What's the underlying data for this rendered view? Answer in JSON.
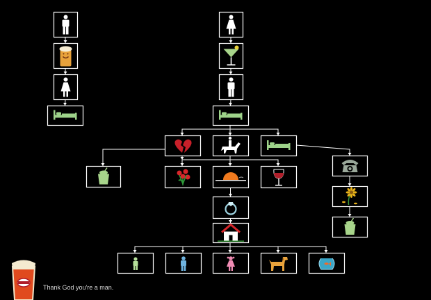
{
  "tagline": "Thank God you're a man.",
  "colors": {
    "background": "#000000",
    "line": "#ffffff",
    "heart": "#c8202a",
    "green": "#a8d58b",
    "bed": "#9ed38a",
    "beer": "#e8a23b",
    "sunset": "#f07a1e",
    "wine": "#b01e2a",
    "dog": "#e8a23b",
    "pink": "#f08cb4",
    "blue": "#6fb4e0",
    "flower": "#e8b21a"
  },
  "nodes": [
    {
      "id": "man",
      "icon": "man-icon"
    },
    {
      "id": "beer",
      "icon": "beer-icon"
    },
    {
      "id": "woman-left",
      "icon": "woman-icon"
    },
    {
      "id": "bed-left",
      "icon": "bed-icon"
    },
    {
      "id": "woman-right",
      "icon": "woman-icon"
    },
    {
      "id": "cocktail",
      "icon": "cocktail-icon"
    },
    {
      "id": "man-right",
      "icon": "man-icon"
    },
    {
      "id": "bed-right",
      "icon": "bed-icon"
    },
    {
      "id": "broken-heart",
      "icon": "broken-heart-icon"
    },
    {
      "id": "horse-rider",
      "icon": "horse-rider-icon"
    },
    {
      "id": "bed-branch",
      "icon": "bed-icon"
    },
    {
      "id": "trash-left",
      "icon": "trash-icon"
    },
    {
      "id": "roses",
      "icon": "roses-icon"
    },
    {
      "id": "sunset",
      "icon": "sunset-icon"
    },
    {
      "id": "wine",
      "icon": "wine-icon"
    },
    {
      "id": "telephone",
      "icon": "telephone-icon"
    },
    {
      "id": "wilted-flower",
      "icon": "wilted-flower-icon"
    },
    {
      "id": "trash-right",
      "icon": "trash-icon"
    },
    {
      "id": "ring",
      "icon": "ring-icon"
    },
    {
      "id": "house",
      "icon": "house-icon"
    },
    {
      "id": "child-boy",
      "icon": "child-boy-icon"
    },
    {
      "id": "child-blue",
      "icon": "child-icon"
    },
    {
      "id": "child-girl",
      "icon": "child-girl-icon"
    },
    {
      "id": "dog",
      "icon": "dog-icon"
    },
    {
      "id": "fishbowl",
      "icon": "fishbowl-icon"
    }
  ],
  "edges": [
    [
      "man",
      "beer"
    ],
    [
      "beer",
      "woman-left"
    ],
    [
      "woman-left",
      "bed-left"
    ],
    [
      "woman-right",
      "cocktail"
    ],
    [
      "cocktail",
      "man-right"
    ],
    [
      "man-right",
      "bed-right"
    ],
    [
      "bed-right",
      "broken-heart"
    ],
    [
      "bed-right",
      "horse-rider"
    ],
    [
      "bed-right",
      "bed-branch"
    ],
    [
      "broken-heart",
      "trash-left"
    ],
    [
      "horse-rider",
      "roses"
    ],
    [
      "horse-rider",
      "sunset"
    ],
    [
      "horse-rider",
      "wine"
    ],
    [
      "bed-branch",
      "telephone"
    ],
    [
      "telephone",
      "wilted-flower"
    ],
    [
      "wilted-flower",
      "trash-right"
    ],
    [
      "sunset",
      "ring"
    ],
    [
      "ring",
      "house"
    ],
    [
      "house",
      "child-boy"
    ],
    [
      "house",
      "child-blue"
    ],
    [
      "house",
      "child-girl"
    ],
    [
      "house",
      "dog"
    ],
    [
      "house",
      "fishbowl"
    ]
  ],
  "logo_icon": "beer-glass-logo-icon"
}
